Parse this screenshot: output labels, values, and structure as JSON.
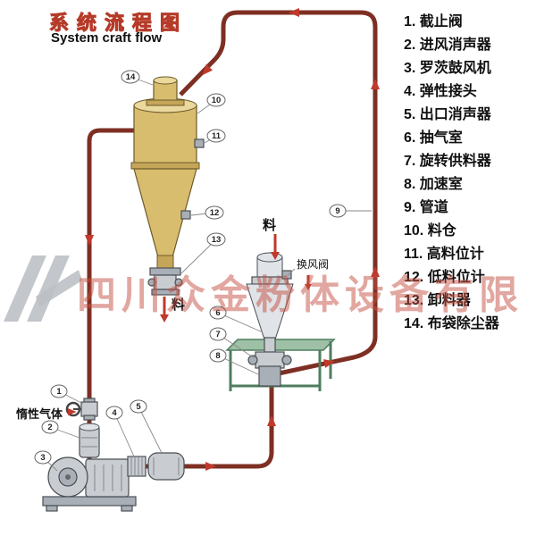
{
  "title": {
    "cn": "系统流程图",
    "en": "System craft flow"
  },
  "legend": {
    "items": [
      "1. 截止阀",
      "2. 进风消声器",
      "3. 罗茨鼓风机",
      "4. 弹性接头",
      "5. 出口消声器",
      "6. 抽气室",
      "7. 旋转供料器",
      "8. 加速室",
      "9. 管道",
      "10. 料仓",
      "11. 高料位计",
      "12. 低料位计",
      "13. 卸料器",
      "14. 布袋除尘器"
    ]
  },
  "labels": {
    "material_top": "料",
    "material_out": "料",
    "air_exchange_valve": "换风阀",
    "inert_gas": "惰性气体"
  },
  "callouts": {
    "c1": "1",
    "c2": "2",
    "c3": "3",
    "c4": "4",
    "c5": "5",
    "c6": "6",
    "c7": "7",
    "c8": "8",
    "c9": "9",
    "c10": "10",
    "c11": "11",
    "c12": "12",
    "c13": "13",
    "c14": "14"
  },
  "watermark": {
    "text": "四川众金粉体设备有限"
  },
  "colors": {
    "pipe": "#7e2f23",
    "flow_arrow": "#c0392b",
    "tank": "#d9bd6f",
    "stand_green": "#4e7d5e",
    "title_red": "#b53a28",
    "watermark_red": "rgba(196,80,66,0.5)",
    "metal": "#c9cdd2"
  }
}
